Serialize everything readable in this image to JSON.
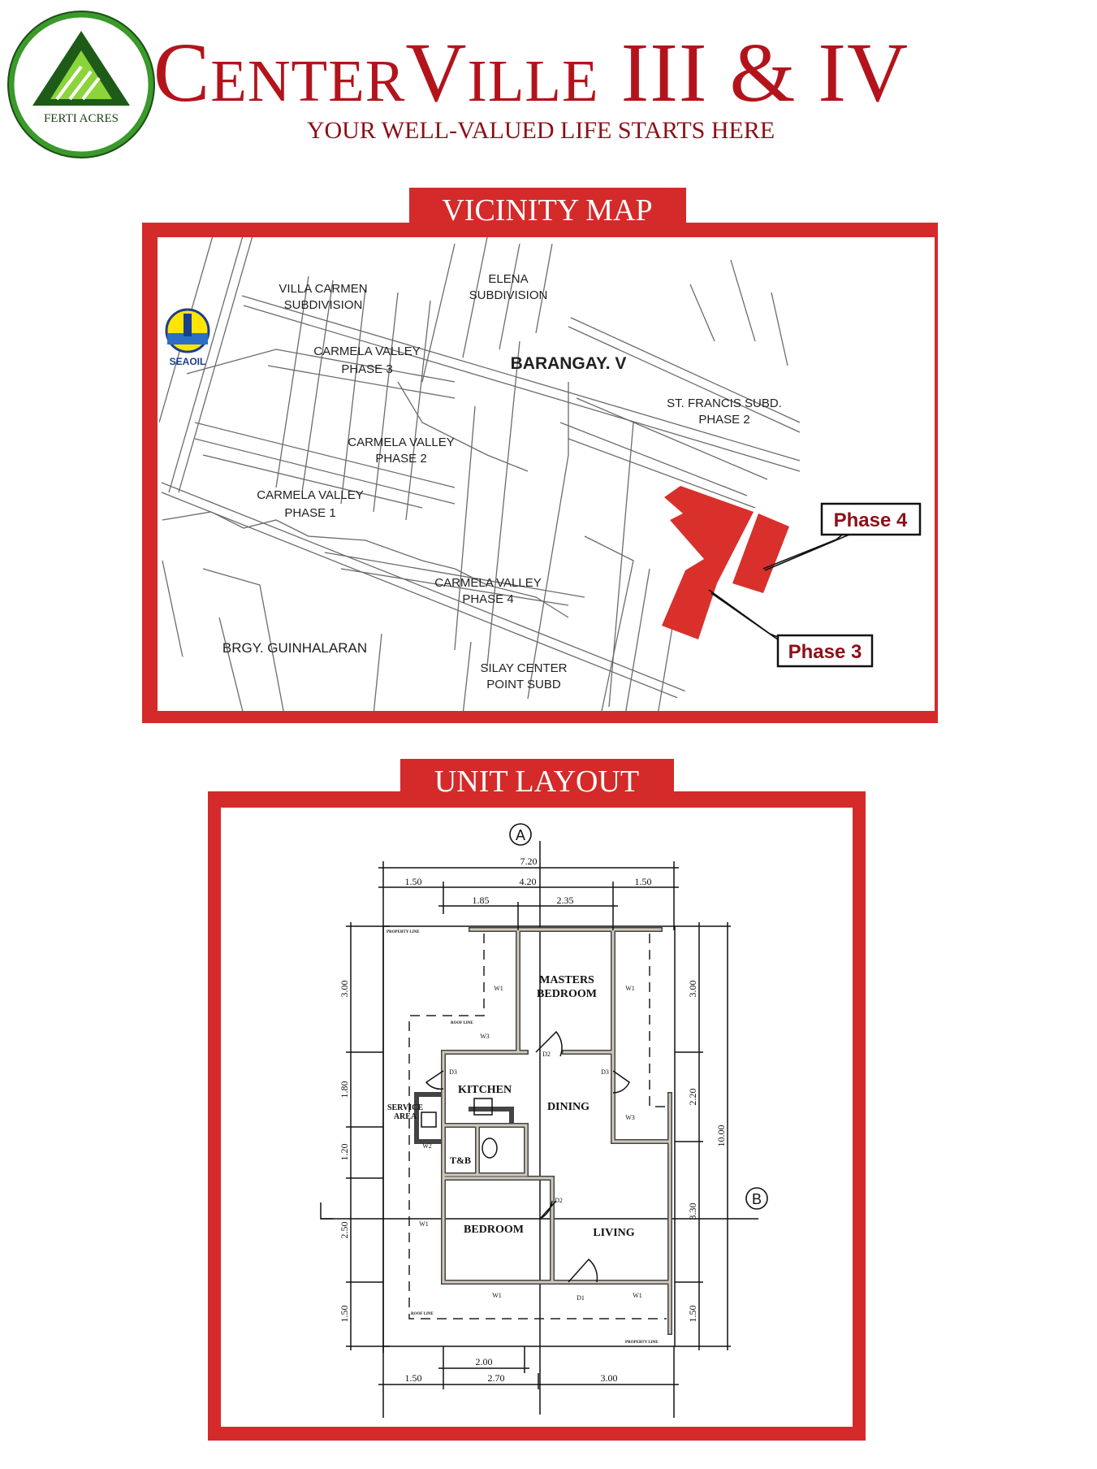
{
  "header": {
    "logo_text": "FERTI ACRES",
    "title": "CenterVille III & IV",
    "tagline": "YOUR WELL-VALUED LIFE STARTS HERE"
  },
  "vicinity_map": {
    "section_title": "VICINITY MAP",
    "seaoil_label": "SEAOIL",
    "labels": {
      "villa_carmen_1": "VILLA CARMEN",
      "villa_carmen_2": "SUBDIVISION",
      "elena_1": "ELENA",
      "elena_2": "SUBDIVISION",
      "cv3_1": "CARMELA VALLEY",
      "cv3_2": "PHASE 3",
      "barangay": "BARANGAY. V",
      "stfrancis_1": "ST. FRANCIS SUBD.",
      "stfrancis_2": "PHASE 2",
      "cv2_1": "CARMELA VALLEY",
      "cv2_2": "PHASE 2",
      "cv1_1": "CARMELA VALLEY",
      "cv1_2": "PHASE 1",
      "cv4_1": "CARMELA VALLEY",
      "cv4_2": "PHASE 4",
      "guinhalaran": "BRGY. GUINHALARAN",
      "silay_1": "SILAY CENTER",
      "silay_2": "POINT SUBD"
    },
    "phase4_label": "Phase 4",
    "phase3_label": "Phase 3",
    "highlight_color": "#d9302c"
  },
  "unit_layout": {
    "section_title": "UNIT LAYOUT",
    "grid_a": "A",
    "grid_b": "B",
    "rooms": {
      "masters_1": "MASTERS",
      "masters_2": "BEDROOM",
      "kitchen": "KITCHEN",
      "dining": "DINING",
      "service_1": "SERVICE",
      "service_2": "AREA",
      "tb": "T&B",
      "bedroom": "BEDROOM",
      "living": "LIVING"
    },
    "notes": {
      "property_line": "PROPERTY LINE",
      "roof_line": "ROOF LINE"
    },
    "dims_top": {
      "total": "7.20",
      "left": "1.50",
      "mid": "4.20",
      "right": "1.50",
      "sub_left": "1.85",
      "sub_right": "2.35"
    },
    "dims_left": [
      "3.00",
      "1.80",
      "1.20",
      "2.50",
      "1.50"
    ],
    "dims_right": [
      "3.00",
      "2.20",
      "3.30",
      "1.50"
    ],
    "dims_right_total": "10.00",
    "dims_bottom": {
      "sub": "2.00",
      "left": "1.50",
      "mid": "2.70",
      "right": "3.00"
    },
    "tags": {
      "w1": "W1",
      "w2": "W2",
      "w3": "W3",
      "d1": "D1",
      "d2": "D2",
      "d3": "D3"
    }
  },
  "colors": {
    "brand_red": "#b3141c",
    "frame_red": "#d42a2a",
    "logo_green": "#3a9a2a"
  }
}
